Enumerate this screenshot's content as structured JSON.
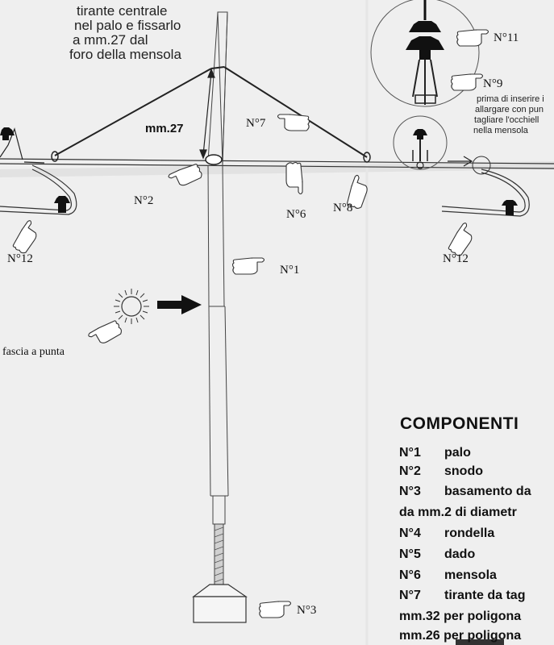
{
  "instruction_lines": [
    "tirante centrale",
    "nel palo e fissarlo",
    "a mm.27 dal",
    "foro della mensola"
  ],
  "note_n9_lines": [
    "prima di inserire i",
    "allargare con pun",
    "tagliare l'occhiell",
    "nella mensola"
  ],
  "measure_label": "mm.27",
  "labels": {
    "n1": "N°1",
    "n2": "N°2",
    "n3": "N°3",
    "n6": "N°6",
    "n7": "N°7",
    "n8": "N°8",
    "n9": "N°9",
    "n11": "N°11",
    "n12_left": "N°12",
    "n12_right": "N°12"
  },
  "fascia_label": "fascia a punta",
  "components": {
    "title": "COMPONENTI",
    "rows": [
      {
        "num": "N°1",
        "text": "palo"
      },
      {
        "num": "N°2",
        "text": "snodo"
      },
      {
        "num": "N°3",
        "text": "basamento da"
      },
      {
        "num": "",
        "text": "da mm.2 di diametr"
      },
      {
        "num": "N°4",
        "text": "rondella"
      },
      {
        "num": "N°5",
        "text": "dado"
      },
      {
        "num": "N°6",
        "text": "mensola"
      },
      {
        "num": "N°7",
        "text": "tirante da tag"
      },
      {
        "num": "",
        "text": "mm.32 per poligona"
      },
      {
        "num": "",
        "text": "mm.26 per poligona"
      }
    ]
  },
  "colors": {
    "paper": "#efefef",
    "ink": "#1a1a1a"
  }
}
